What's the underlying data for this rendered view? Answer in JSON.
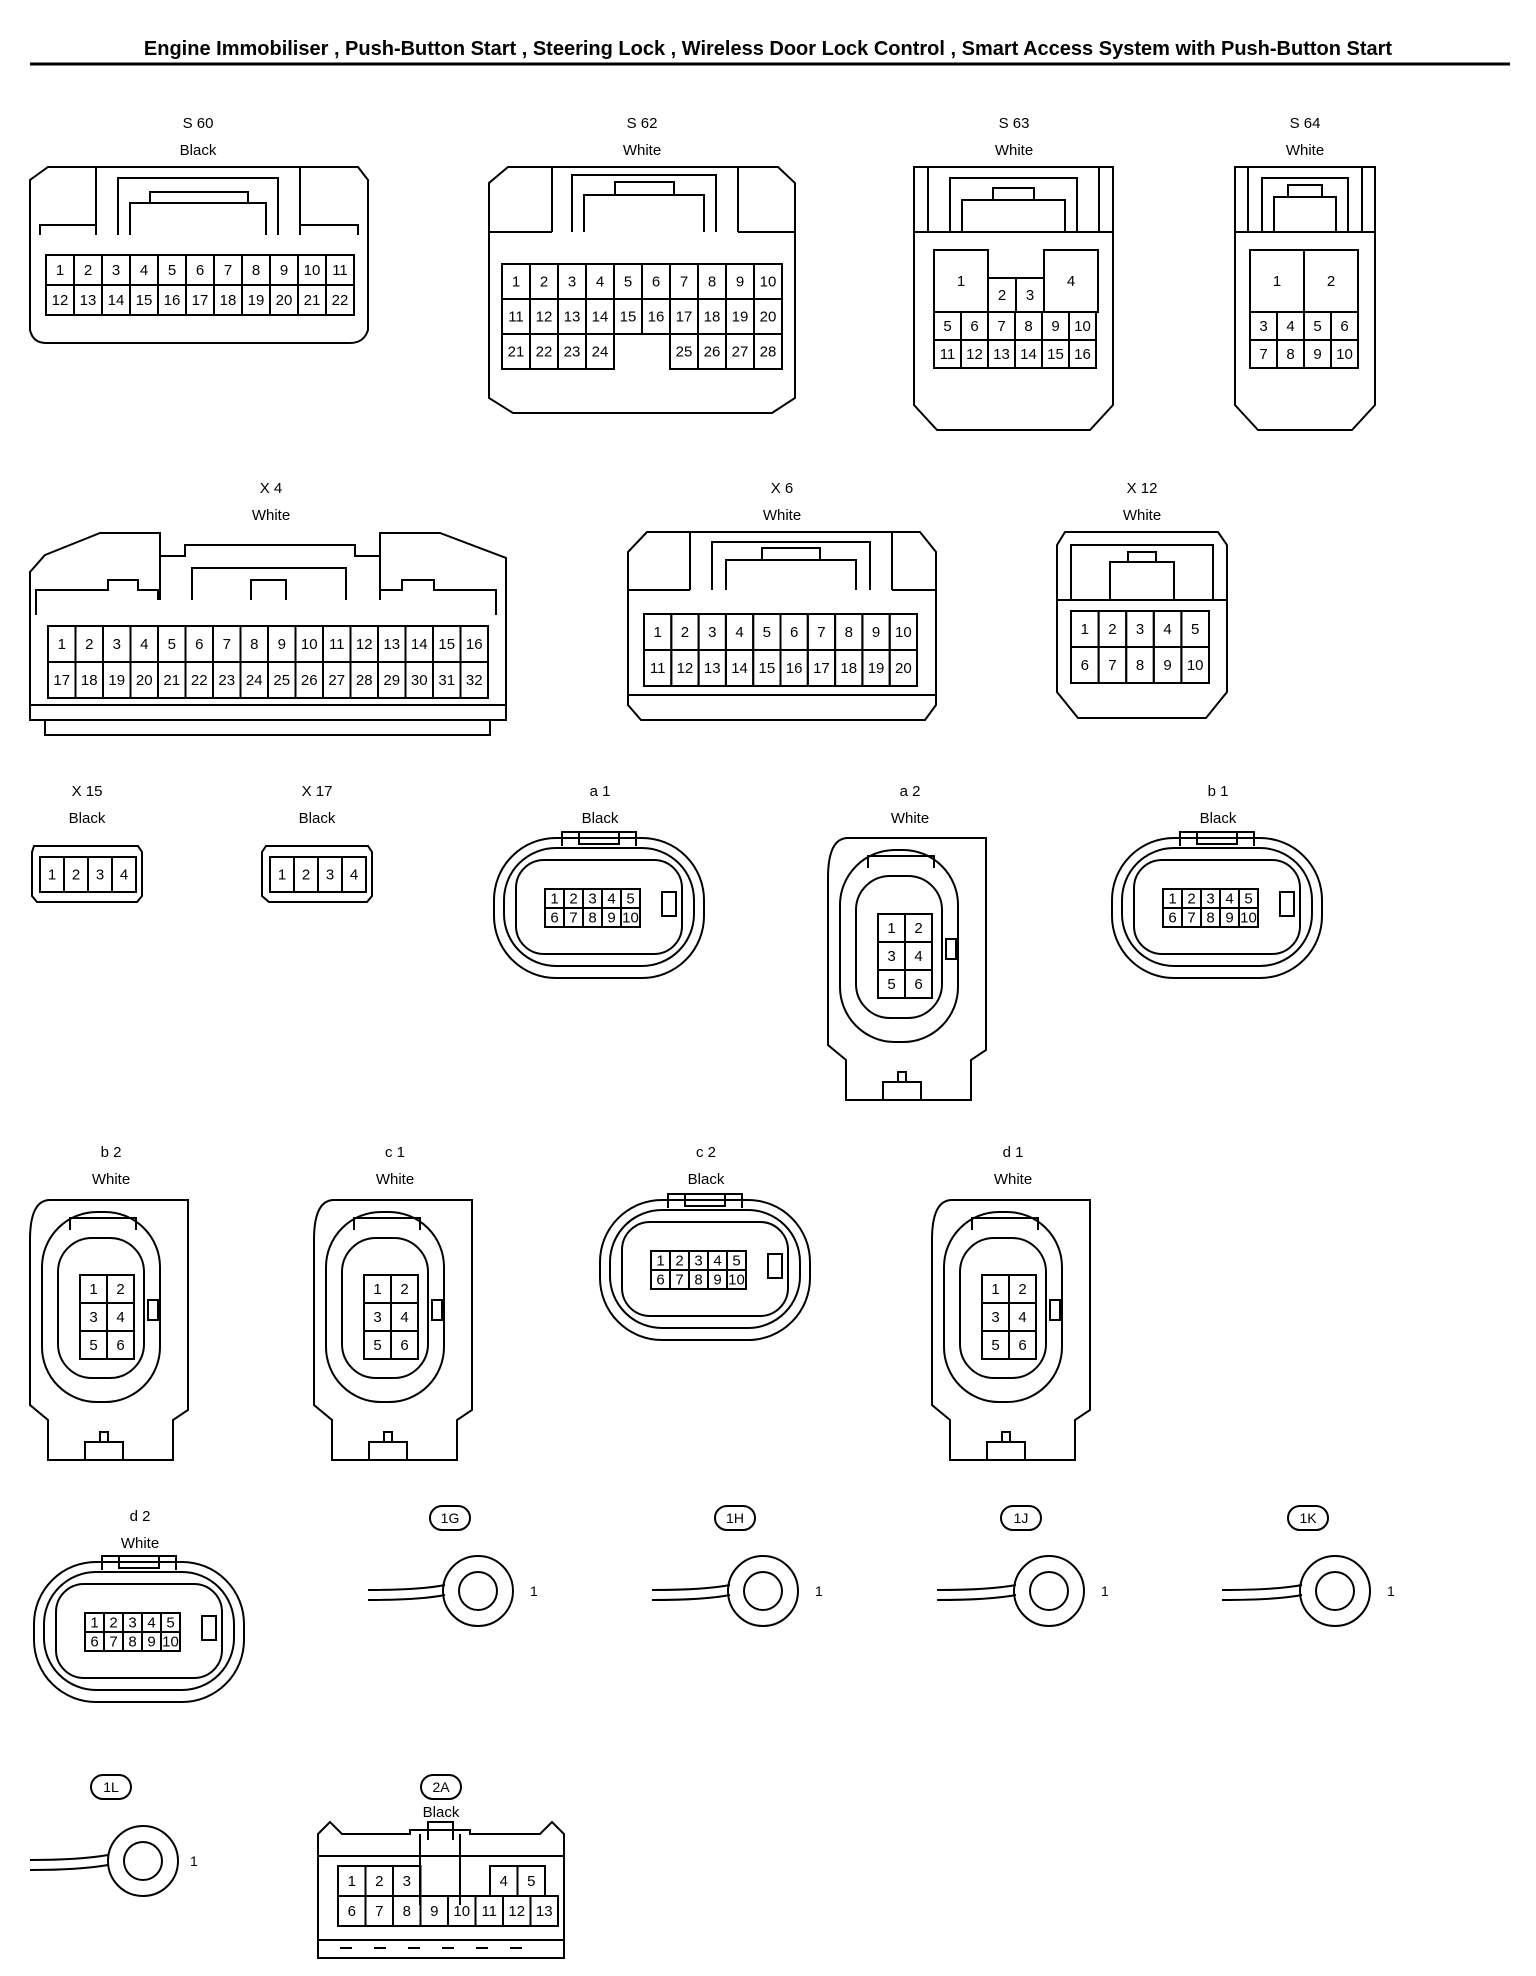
{
  "title": "Engine Immobiliser , Push-Button Start , Steering Lock , Wireless Door Lock Control , Smart Access System with Push-Button Start",
  "connectors": {
    "s60": {
      "code": "S 60",
      "color": "Black"
    },
    "s62": {
      "code": "S 62",
      "color": "White"
    },
    "s63": {
      "code": "S 63",
      "color": "White"
    },
    "s64": {
      "code": "S 64",
      "color": "White"
    },
    "x4": {
      "code": "X 4",
      "color": "White"
    },
    "x6": {
      "code": "X 6",
      "color": "White"
    },
    "x12": {
      "code": "X 12",
      "color": "White"
    },
    "x15": {
      "code": "X 15",
      "color": "Black"
    },
    "x17": {
      "code": "X 17",
      "color": "Black"
    },
    "a1": {
      "code": "a 1",
      "color": "Black"
    },
    "a2": {
      "code": "a 2",
      "color": "White"
    },
    "b1": {
      "code": "b 1",
      "color": "Black"
    },
    "b2": {
      "code": "b 2",
      "color": "White"
    },
    "c1": {
      "code": "c 1",
      "color": "White"
    },
    "c2": {
      "code": "c 2",
      "color": "Black"
    },
    "d1": {
      "code": "d 1",
      "color": "White"
    },
    "d2": {
      "code": "d 2",
      "color": "White"
    },
    "g2a": {
      "code": "2A",
      "color": "Black"
    }
  },
  "grounds": {
    "g1g": {
      "code": "1G",
      "pin": "1"
    },
    "g1h": {
      "code": "1H",
      "pin": "1"
    },
    "g1j": {
      "code": "1J",
      "pin": "1"
    },
    "g1k": {
      "code": "1K",
      "pin": "1"
    },
    "g1l": {
      "code": "1L",
      "pin": "1"
    }
  }
}
